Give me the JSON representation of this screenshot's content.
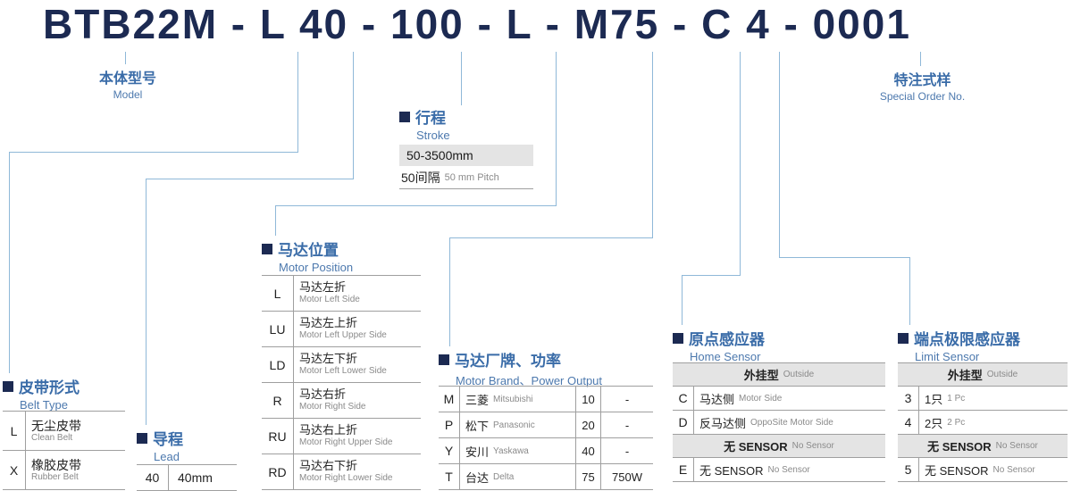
{
  "colors": {
    "title_navy": "#1c2a52",
    "label_blue": "#3a6ca8",
    "connector_blue": "#8fb8d8",
    "table_header_bg": "#e4e4e4",
    "table_border": "#9f9f9f"
  },
  "title": {
    "code": "BTB22M - L 40 - 100 - L - M75 - C 4 - 0001"
  },
  "model_label": {
    "zh": "本体型号",
    "en": "Model"
  },
  "special_order": {
    "zh": "特注式样",
    "en": "Special Order No."
  },
  "stroke": {
    "zh": "行程",
    "en": "Stroke",
    "range": "50-3500mm",
    "pitch_zh": "50间隔",
    "pitch_en": "50 mm Pitch"
  },
  "motor_position": {
    "zh": "马达位置",
    "en": "Motor Position",
    "rows": [
      {
        "code": "L",
        "zh": "马达左折",
        "en": "Motor Left Side"
      },
      {
        "code": "LU",
        "zh": "马达左上折",
        "en": "Motor Left Upper Side"
      },
      {
        "code": "LD",
        "zh": "马达左下折",
        "en": "Motor Left Lower Side"
      },
      {
        "code": "R",
        "zh": "马达右折",
        "en": "Motor Right Side"
      },
      {
        "code": "RU",
        "zh": "马达右上折",
        "en": "Motor Right Upper Side"
      },
      {
        "code": "RD",
        "zh": "马达右下折",
        "en": "Motor Right Lower Side"
      }
    ]
  },
  "belt_type": {
    "zh": "皮带形式",
    "en": "Belt Type",
    "rows": [
      {
        "code": "L",
        "zh": "无尘皮带",
        "en": "Clean Belt"
      },
      {
        "code": "X",
        "zh": "橡胶皮带",
        "en": "Rubber Belt"
      }
    ]
  },
  "lead": {
    "zh": "导程",
    "en": "Lead",
    "rows": [
      {
        "code": "40",
        "value": "40mm"
      }
    ]
  },
  "motor_brand": {
    "zh": "马达厂牌、功率",
    "en": "Motor Brand、Power Output",
    "rows": [
      {
        "code": "M",
        "brand_zh": "三菱",
        "brand_en": "Mitsubishi",
        "power": "10",
        "output": "-"
      },
      {
        "code": "P",
        "brand_zh": "松下",
        "brand_en": "Panasonic",
        "power": "20",
        "output": "-"
      },
      {
        "code": "Y",
        "brand_zh": "安川",
        "brand_en": "Yaskawa",
        "power": "40",
        "output": "-"
      },
      {
        "code": "T",
        "brand_zh": "台达",
        "brand_en": "Delta",
        "power": "75",
        "output": "750W"
      }
    ]
  },
  "home_sensor": {
    "zh": "原点感应器",
    "en": "Home Sensor",
    "outside_zh": "外挂型",
    "outside_en": "Outside",
    "rows": [
      {
        "code": "C",
        "zh": "马达侧",
        "en": "Motor Side"
      },
      {
        "code": "D",
        "zh": "反马达侧",
        "en": "OppoSite Motor Side"
      }
    ],
    "nosensor_zh": "无 SENSOR",
    "nosensor_en": "No Sensor",
    "nosensor_row": {
      "code": "E",
      "zh": "无 SENSOR",
      "en": "No Sensor"
    }
  },
  "limit_sensor": {
    "zh": "端点极限感应器",
    "en": "Limit Sensor",
    "outside_zh": "外挂型",
    "outside_en": "Outside",
    "rows": [
      {
        "code": "3",
        "zh": "1只",
        "en": "1 Pc"
      },
      {
        "code": "4",
        "zh": "2只",
        "en": "2 Pc"
      }
    ],
    "nosensor_zh": "无 SENSOR",
    "nosensor_en": "No Sensor",
    "nosensor_row": {
      "code": "5",
      "zh": "无 SENSOR",
      "en": "No Sensor"
    }
  }
}
